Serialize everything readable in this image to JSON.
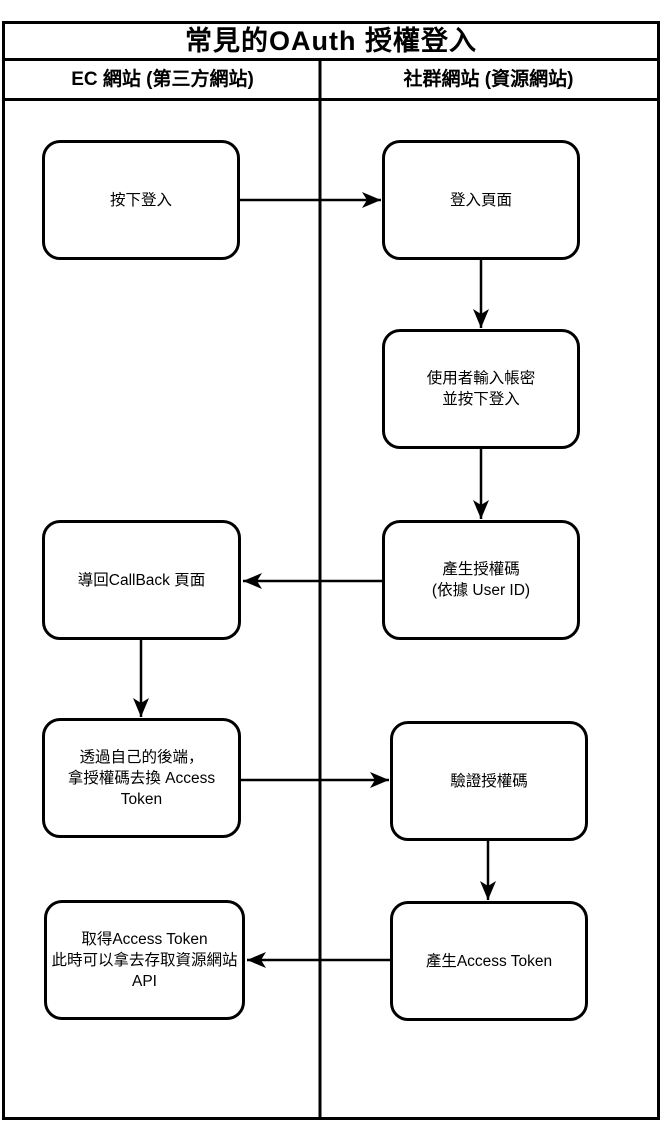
{
  "header": {
    "title": "常見的OAuth 授權登入",
    "columns": [
      {
        "label": "EC 網站 (第三方網站)"
      },
      {
        "label": "社群網站 (資源網站)"
      }
    ]
  },
  "nodes": {
    "press_login": "按下登入",
    "login_page": "登入頁面",
    "enter_credentials": "使用者輸入帳密\n並按下登入",
    "callback_page": "導回CallBack 頁面",
    "generate_auth_code": "產生授權碼\n(依據 User ID)",
    "exchange_token": "透過自己的後端，\n拿授權碼去換 Access\nToken",
    "verify_auth_code": "驗證授權碼",
    "get_access_token": "取得Access Token\n此時可以拿去存取資源網站\nAPI",
    "generate_access_token": "產生Access Token"
  },
  "edges": [
    {
      "from": "press_login",
      "to": "login_page"
    },
    {
      "from": "login_page",
      "to": "enter_credentials"
    },
    {
      "from": "enter_credentials",
      "to": "generate_auth_code"
    },
    {
      "from": "generate_auth_code",
      "to": "callback_page"
    },
    {
      "from": "callback_page",
      "to": "exchange_token"
    },
    {
      "from": "exchange_token",
      "to": "verify_auth_code"
    },
    {
      "from": "verify_auth_code",
      "to": "generate_access_token"
    },
    {
      "from": "generate_access_token",
      "to": "get_access_token"
    }
  ],
  "colors": {
    "line": "#000000",
    "background": "#ffffff"
  }
}
